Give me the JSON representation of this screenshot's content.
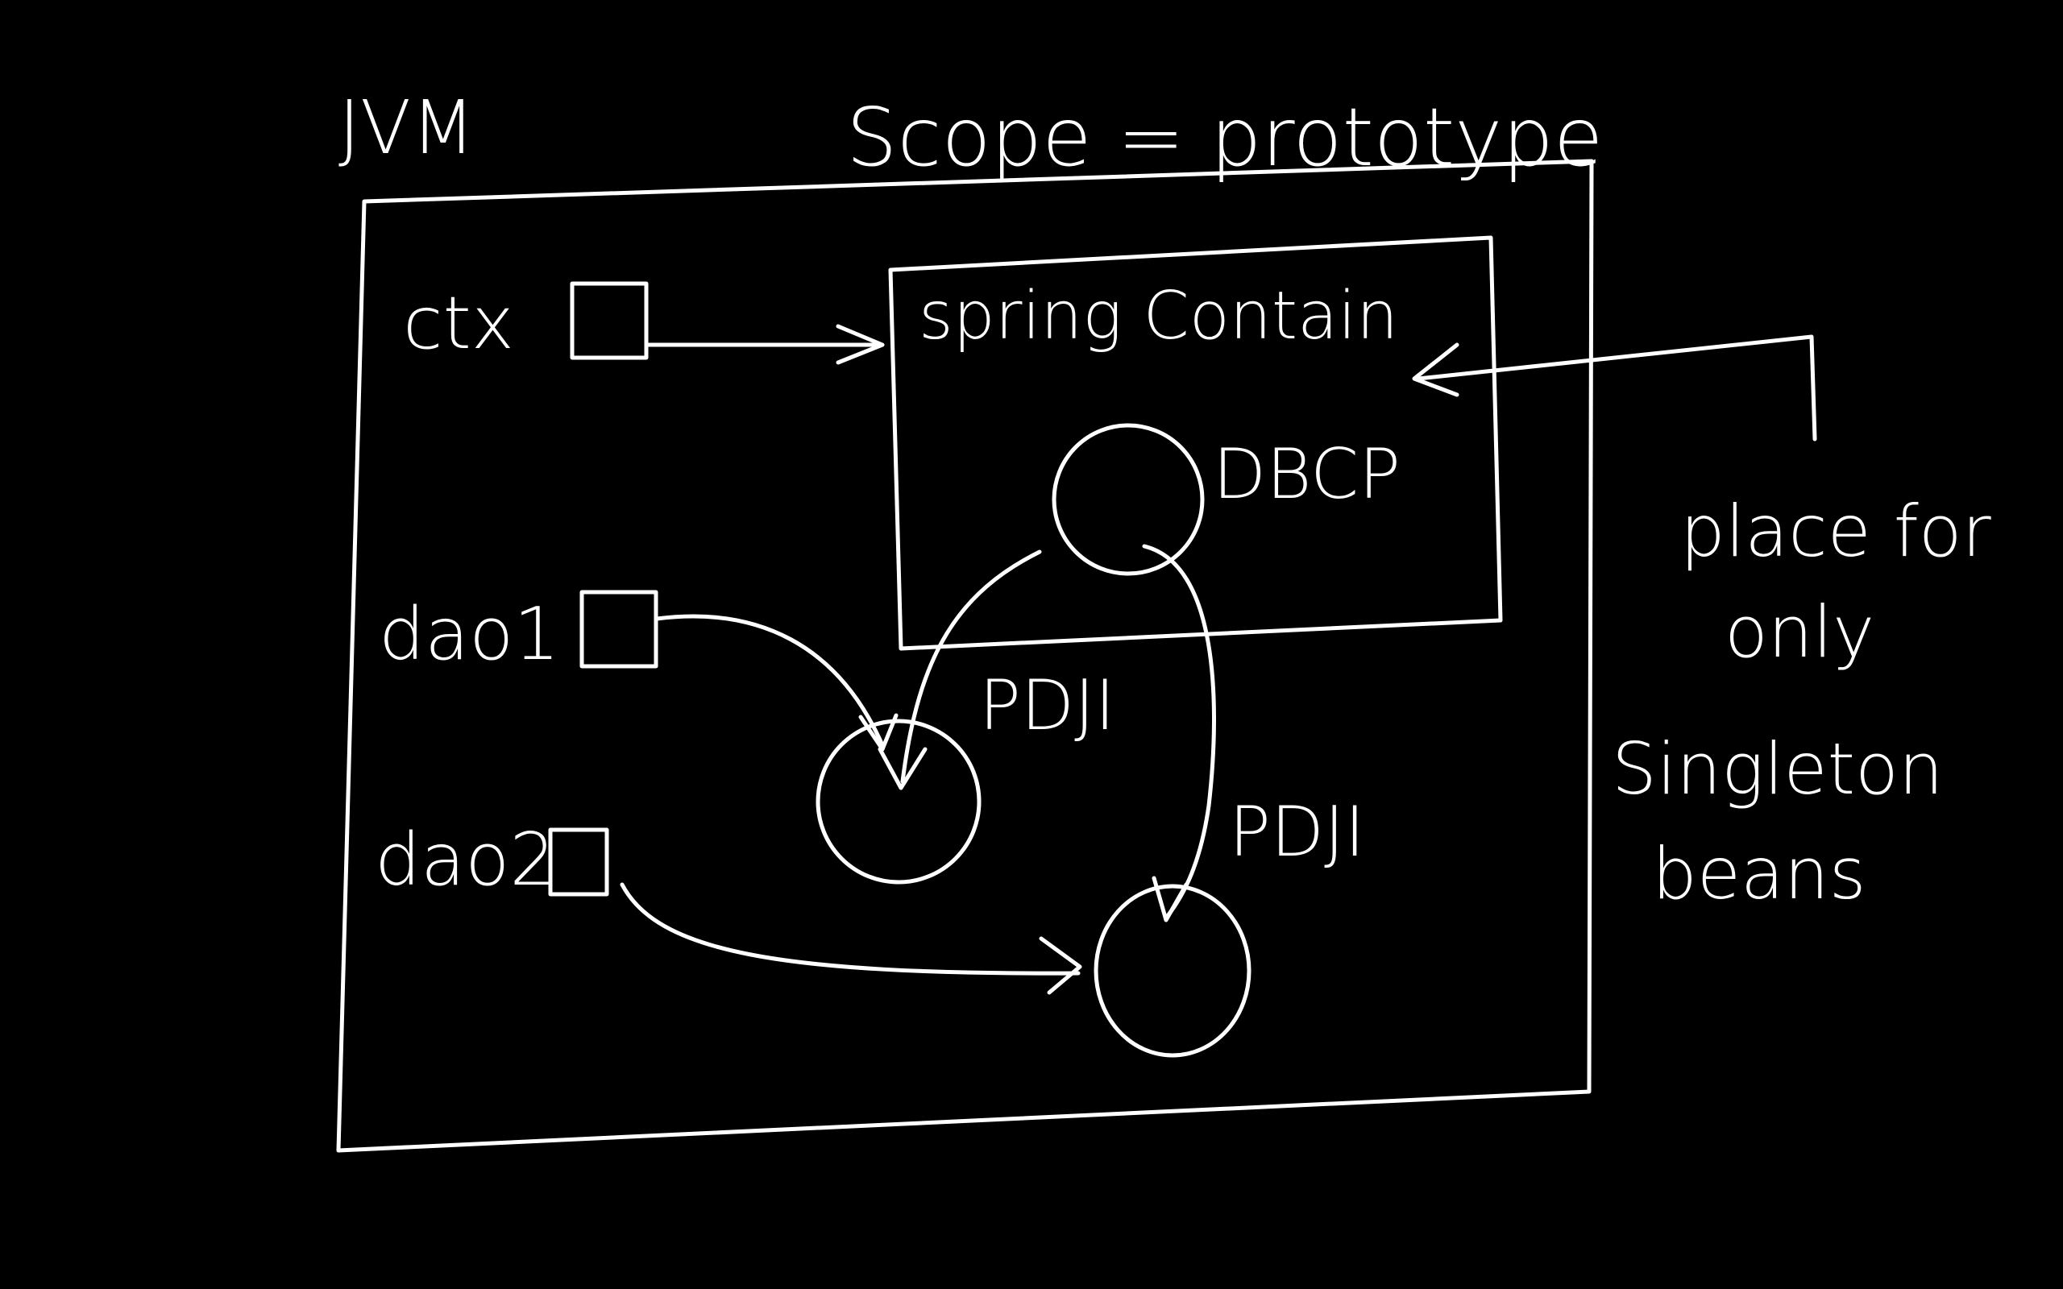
{
  "labels": {
    "jvm": "JVM",
    "scope": "Scope = prototype",
    "spring_container": "spring Contain",
    "ctx": "ctx",
    "dao1": "dao1",
    "dao2": "dao2",
    "dbcp": "DBCP",
    "pdji_1": "PDJI",
    "pdji_2": "PDJI",
    "note_line1": "place for",
    "note_line2": "only",
    "note_line3": "Singleton",
    "note_line4": "beans"
  },
  "colors": {
    "background": "#000000",
    "ink": "#ffffff"
  }
}
